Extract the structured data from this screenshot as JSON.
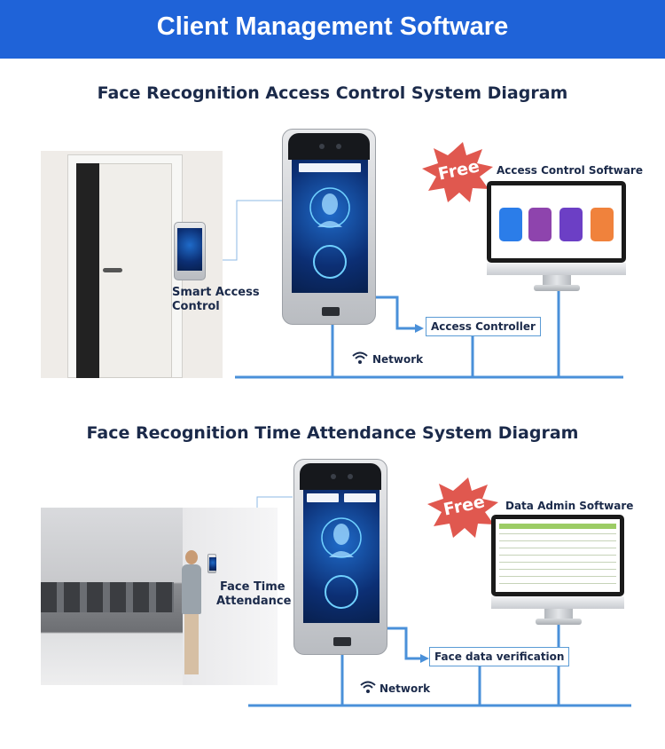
{
  "banner": {
    "title": "Client Management Software"
  },
  "access_section": {
    "title": "Face Recognition Access Control System Diagram",
    "device_label_line1": "Smart Access",
    "device_label_line2": "Control",
    "free_badge": "Free",
    "software_label": "Access Control Software",
    "controller_label": "Access Controller",
    "network_label": "Network"
  },
  "attendance_section": {
    "title": "Face Recognition Time Attendance System Diagram",
    "device_label_line1": "Face Time",
    "device_label_line2": "Attendance",
    "free_badge": "Free",
    "software_label": "Data Admin Software",
    "verification_label": "Face data verification",
    "network_label": "Network"
  },
  "colors": {
    "banner": "#1f63d8",
    "network_line": "#4a90d9",
    "starburst": "#e0584f",
    "title_text": "#1b2a4a"
  },
  "icons": [
    "wifi-icon",
    "starburst-badge",
    "face-scan-icon",
    "app-tile-icon"
  ]
}
